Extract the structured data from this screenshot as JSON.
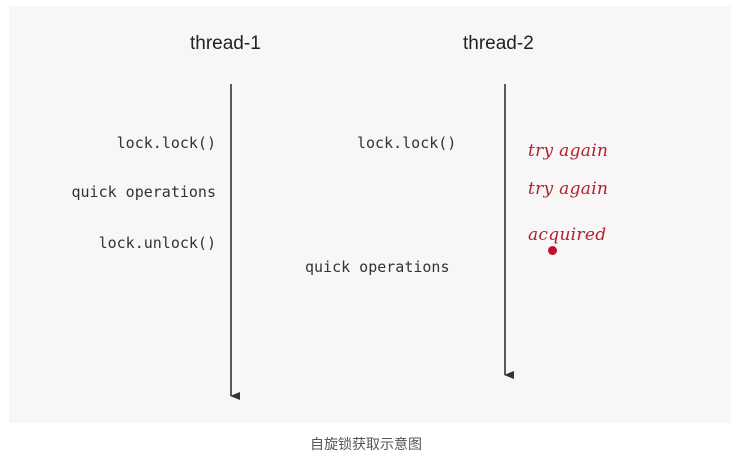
{
  "threads": [
    {
      "title": "thread-1",
      "steps": [
        "lock.lock()",
        "quick operations",
        "lock.unlock()"
      ]
    },
    {
      "title": "thread-2",
      "steps": [
        "lock.lock()",
        "quick operations"
      ],
      "notes": [
        "try again",
        "try again",
        "acquired"
      ]
    }
  ],
  "colors": {
    "background": "#f8f6f7",
    "line": "#333333",
    "annotation": "#b0212e",
    "dot": "#c2102b"
  },
  "caption": "自旋锁获取示意图"
}
